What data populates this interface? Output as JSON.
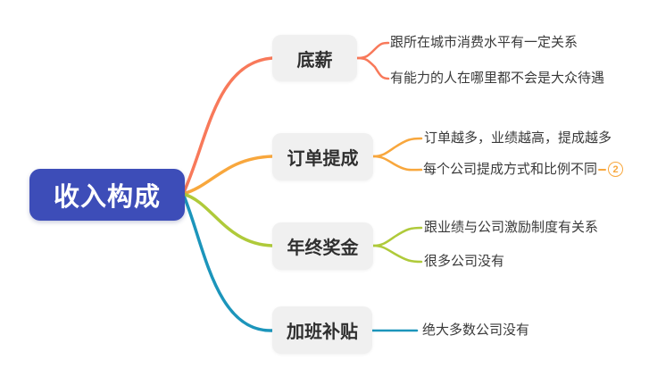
{
  "mindmap": {
    "root": {
      "label": "收入构成"
    },
    "branches": [
      {
        "label": "底薪",
        "color": "#f8795a",
        "children": [
          {
            "text": "跟所在城市消费水平有一定关系"
          },
          {
            "text": "有能力的人在哪里都不会是大众待遇"
          }
        ]
      },
      {
        "label": "订单提成",
        "color": "#f8a73d",
        "children": [
          {
            "text": "订单越多，业绩越高，提成越多"
          },
          {
            "text": "每个公司提成方式和比例不同",
            "badge": "2"
          }
        ]
      },
      {
        "label": "年终奖金",
        "color": "#afca3a",
        "children": [
          {
            "text": "跟业绩与公司激励制度有关系"
          },
          {
            "text": "很多公司没有"
          }
        ]
      },
      {
        "label": "加班补贴",
        "color": "#1c95bb",
        "children": [
          {
            "text": "绝大多数公司没有"
          }
        ]
      }
    ],
    "colors": {
      "root_bg": "#3d4db8",
      "root_text": "#ffffff",
      "topic_bg": "#f0f0f0",
      "topic_text": "#2f2f2f",
      "leaf_text": "#3a3a3a",
      "badge_color": "#f8a73d"
    }
  }
}
